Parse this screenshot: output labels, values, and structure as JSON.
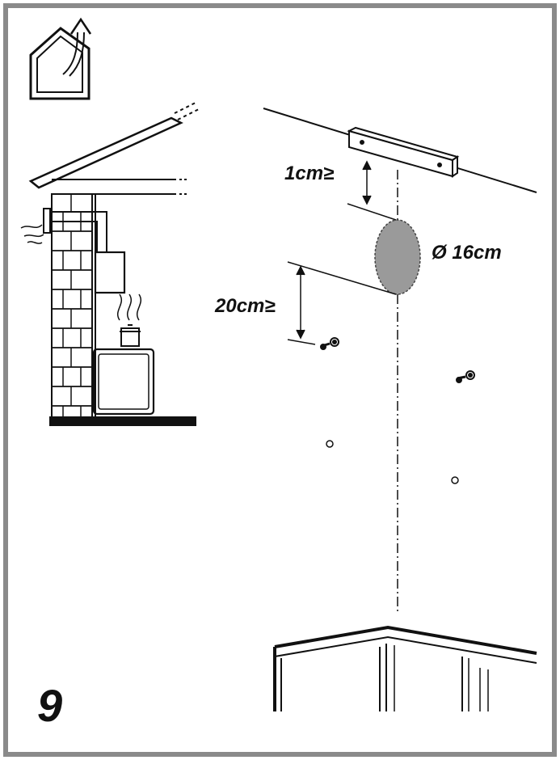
{
  "figure": {
    "step_number": "9",
    "dim_top": "1cm≥",
    "dim_bottom": "20cm≥",
    "hole_diameter": "Ø 16cm",
    "icon": "external-venting-house-icon",
    "colors": {
      "frame": "#8a8a8a",
      "ink": "#111111",
      "hole_fill": "#9a9a9a"
    }
  }
}
